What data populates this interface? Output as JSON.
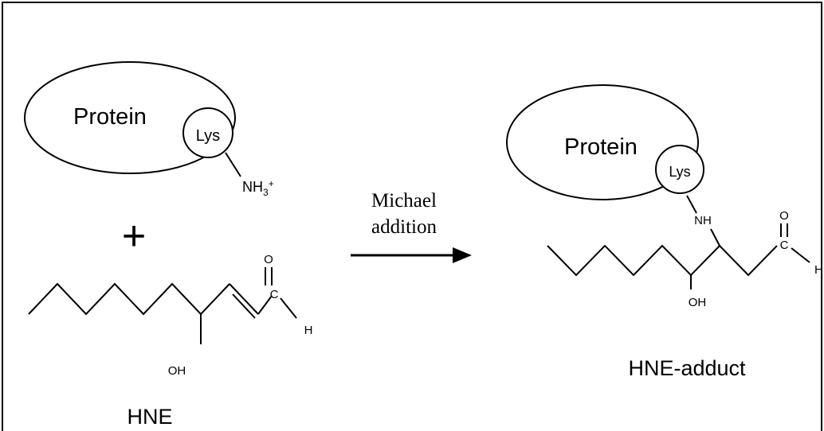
{
  "reactant": {
    "protein_label": "Protein",
    "lys_label": "Lys",
    "amine_main": "NH",
    "amine_sub": "3",
    "amine_charge": "+"
  },
  "plus": "+",
  "hne": {
    "oxygen": "O",
    "carbon": "C",
    "hydrogen": "H",
    "hydroxyl": "OH",
    "name": "HNE"
  },
  "arrow": {
    "line1": "Michael",
    "line2": "addition"
  },
  "product": {
    "protein_label": "Protein",
    "lys_label": "Lys",
    "amine": "NH",
    "oxygen": "O",
    "carbon": "C",
    "hydrogen": "H",
    "hydroxyl": "OH",
    "name": "HNE-adduct"
  }
}
